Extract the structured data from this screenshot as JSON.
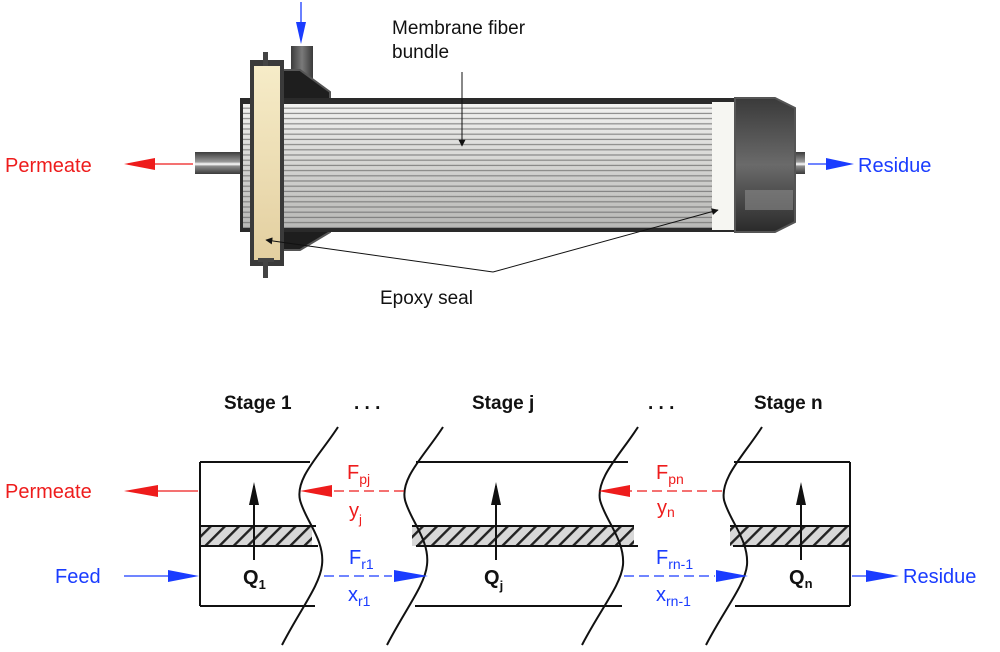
{
  "colors": {
    "permeate": "#ee1c1c",
    "feed": "#1a3cff",
    "outline": "#111111"
  },
  "module": {
    "fiber_label_line1": "Membrane fiber",
    "fiber_label_line2": "bundle",
    "seal_label": "Epoxy seal",
    "permeate_label": "Permeate",
    "residue_label": "Residue"
  },
  "stages": {
    "titles": [
      "Stage 1",
      "Stage j",
      "Stage n"
    ],
    "ellipsis": ". . .",
    "permeate_label": "Permeate",
    "feed_label": "Feed",
    "residue_label": "Residue",
    "flux": [
      {
        "main": "Q",
        "sub": "1"
      },
      {
        "main": "Q",
        "sub": "j"
      },
      {
        "main": "Q",
        "sub": "n"
      }
    ],
    "gaps": [
      {
        "perm_flow": {
          "main": "F",
          "sub": "pj"
        },
        "perm_comp": {
          "main": "y",
          "sub": "j"
        },
        "ret_flow": {
          "main": "F",
          "sub": "r1"
        },
        "ret_comp": {
          "main": "x",
          "sub": "r1"
        }
      },
      {
        "perm_flow": {
          "main": "F",
          "sub": "pn"
        },
        "perm_comp": {
          "main": "y",
          "sub": "n"
        },
        "ret_flow": {
          "main": "F",
          "sub": "rn-1"
        },
        "ret_comp": {
          "main": "x",
          "sub": "rn-1"
        }
      }
    ]
  }
}
